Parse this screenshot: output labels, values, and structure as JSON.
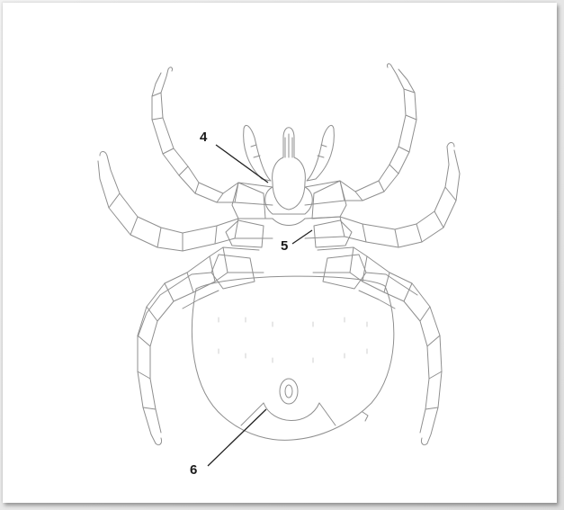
{
  "labels": {
    "l4": "4",
    "l5": "5",
    "l6": "6"
  },
  "colors": {
    "outline": "#8a8a8a",
    "leader": "#222222",
    "background": "#ffffff"
  }
}
